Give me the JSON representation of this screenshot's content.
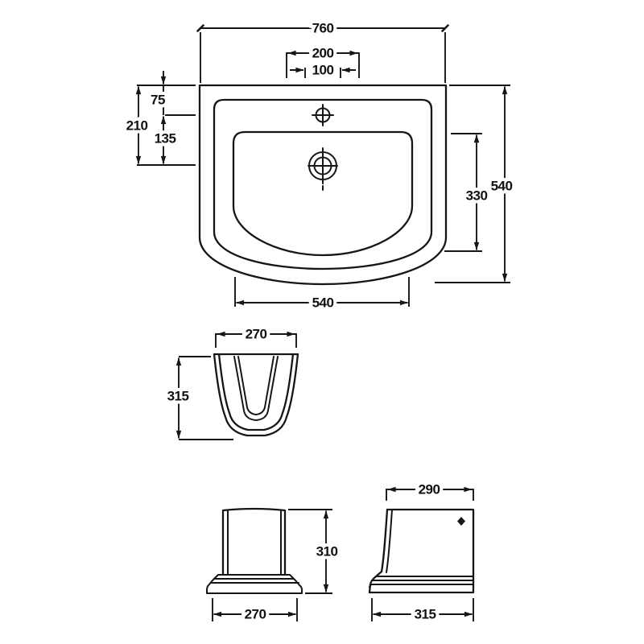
{
  "drawing": {
    "background_color": "#ffffff",
    "line_color": "#161616",
    "views": {
      "basin_top": {
        "dims": {
          "overall_width": "760",
          "tap_platform_width": "200",
          "tap_hole_spacing": "100",
          "rim_to_tap_hole": "75",
          "rim_to_waste": "210",
          "tap_hole_to_waste": "135",
          "bowl_depth": "330",
          "overall_depth": "540",
          "front_edge_width": "540"
        },
        "symbols": [
          "tap-hole-center-mark",
          "waste-hole-center-mark"
        ]
      },
      "semi_pedestal_front": {
        "dims": {
          "width": "270",
          "height": "315"
        }
      },
      "pedestal_front": {
        "dims": {
          "height": "310",
          "base_width": "270"
        }
      },
      "pedestal_side": {
        "dims": {
          "top_depth": "290",
          "base_depth": "315"
        },
        "symbols": [
          "fixing-hole-mark"
        ]
      }
    }
  }
}
